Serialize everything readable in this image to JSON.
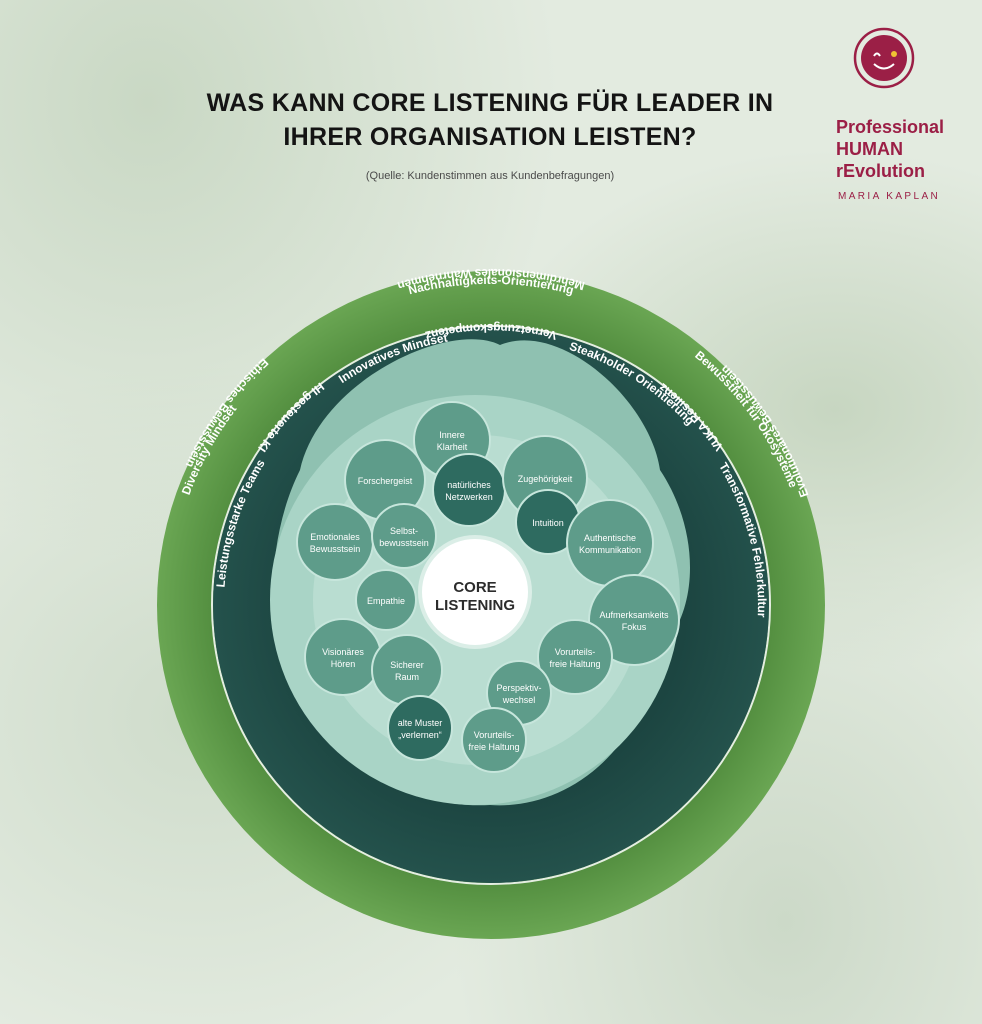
{
  "header": {
    "title_line1": "WAS KANN CORE LISTENING FÜR LEADER IN",
    "title_line2": "IHRER ORGANISATION LEISTEN?",
    "subtitle": "(Quelle: Kundenstimmen aus Kundenbefragungen)"
  },
  "brand": {
    "line1": "Professional",
    "line2": "HUMAN",
    "line3": "rEvolution",
    "sub": "MARIA KAPLAN",
    "logo_icon": "smiley-circle-icon",
    "color": "#9b1f46"
  },
  "colors": {
    "outer_ring": "#5a9645",
    "middle_ring": "#1f4a46",
    "inner_blob": "#9ccbbd",
    "inner_fill": "#b8ddd2",
    "bubble": "#5e9c8a",
    "bubble_dark": "#2e6b60",
    "core": "#ffffff"
  },
  "outer_ring": {
    "top": "Nachhaltigkeits-Orientierung",
    "upper_right": "Bewusstheit für Ökosysteme",
    "lower_right": "Ethisches Bewusstsein",
    "bottom": "Mehrdimensionales Wahrnehmen",
    "lower_left": "Evolutionäres Bewusstsein",
    "upper_left": "Diversity Mindset"
  },
  "middle_ring": {
    "top_left": "Innovatives Mindset",
    "top_right": "Steakholder Orientierung",
    "right": "Transformative Fehlerkultur",
    "lower_right": "HI gesteuerte KI",
    "bottom": "Vernetzungskompetenz",
    "lower_left": "VUKA Resilienz",
    "left": "Leistungsstarke Teams"
  },
  "core": {
    "line1": "CORE",
    "line2": "LISTENING"
  },
  "bubbles": [
    {
      "line1": "Innere",
      "line2": "Klarheit"
    },
    {
      "line1": "Forschergeist",
      "line2": ""
    },
    {
      "line1": "natürliches",
      "line2": "Netzwerken"
    },
    {
      "line1": "Zugehörigkeit",
      "line2": ""
    },
    {
      "line1": "Intuition",
      "line2": ""
    },
    {
      "line1": "Authentische",
      "line2": "Kommunikation"
    },
    {
      "line1": "Emotionales",
      "line2": "Bewusstsein"
    },
    {
      "line1": "Selbst-",
      "line2": "bewusstsein"
    },
    {
      "line1": "Empathie",
      "line2": ""
    },
    {
      "line1": "Aufmerksamkeits",
      "line2": "Fokus"
    },
    {
      "line1": "Visionäres",
      "line2": "Hören"
    },
    {
      "line1": "Sicherer",
      "line2": "Raum"
    },
    {
      "line1": "Vorurteils-",
      "line2": "freie Haltung"
    },
    {
      "line1": "Perspektiv-",
      "line2": "wechsel"
    },
    {
      "line1": "alte Muster",
      "line2": "„verlernen“"
    },
    {
      "line1": "Vorurteils-",
      "line2": "freie Haltung"
    }
  ]
}
